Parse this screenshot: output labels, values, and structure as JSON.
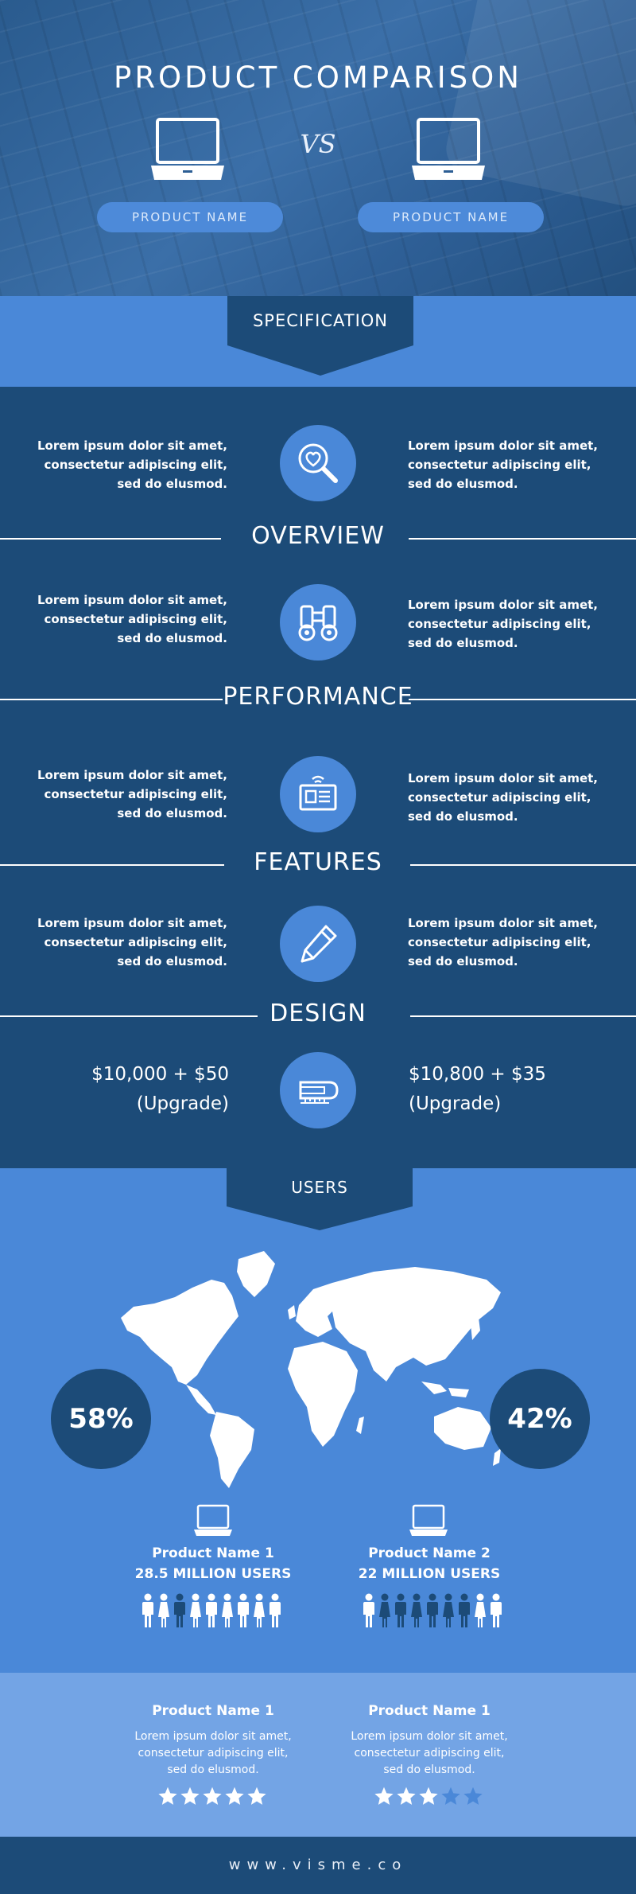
{
  "hero": {
    "title": "PRODUCT COMPARISON",
    "vs": "VS",
    "product_left": "PRODUCT NAME",
    "product_right": "PRODUCT NAME"
  },
  "specification": {
    "title": "SPECIFICATION",
    "sections": [
      {
        "left": "Lorem ipsum dolor sit amet, consectetur adipiscing elit, sed do elusmod.",
        "icon": "magnifier-heart-icon",
        "right": "Lorem ipsum dolor sit amet, consectetur adipiscing elit, sed do elusmod.",
        "label": "OVERVIEW"
      },
      {
        "left": "Lorem ipsum dolor sit amet, consectetur adipiscing elit, sed do elusmod.",
        "icon": "binoculars-icon",
        "right": "Lorem ipsum dolor sit amet, consectetur adipiscing elit, sed do elusmod.",
        "label": "PERFORMANCE"
      },
      {
        "left": "Lorem ipsum dolor sit amet, consectetur adipiscing elit, sed do elusmod.",
        "icon": "wireless-screen-icon",
        "right": "Lorem ipsum dolor sit amet, consectetur adipiscing elit, sed do elusmod.",
        "label": "FEATURES"
      },
      {
        "left": "Lorem ipsum dolor sit amet, consectetur adipiscing elit, sed do elusmod.",
        "icon": "pencil-icon",
        "right": "Lorem ipsum dolor sit amet, consectetur adipiscing elit, sed do elusmod.",
        "label": "DESIGN"
      }
    ],
    "price": {
      "left_line1": "$10,000 + $50",
      "left_line2": "(Upgrade)",
      "icon": "tape-measure-icon",
      "right_line1": "$10,800 + $35",
      "right_line2": "(Upgrade)"
    }
  },
  "users": {
    "title": "USERS",
    "left": {
      "percent": "58%",
      "name": "Product Name 1",
      "count": "28.5 MILLION USERS",
      "people_highlight": 3,
      "people_total": 9
    },
    "right": {
      "percent": "42%",
      "name": "Product Name 2",
      "count": "22 MILLION USERS",
      "people_highlight": 6,
      "people_total": 9
    }
  },
  "reviews": {
    "left": {
      "name": "Product Name 1",
      "text_line1": "Lorem ipsum dolor sit amet,",
      "text_line2": "consectetur adipiscing elit,",
      "text_line3": "sed do elusmod.",
      "rating": 5,
      "max": 5
    },
    "right": {
      "name": "Product Name 1",
      "text_line1": "Lorem ipsum dolor sit amet,",
      "text_line2": "consectetur adipiscing elit,",
      "text_line3": "sed do elusmod.",
      "rating": 3,
      "max": 5
    }
  },
  "footer": {
    "url": "www.visme.co"
  },
  "colors": {
    "dark": "#1c4b78",
    "accent": "#4a88d8",
    "light": "#73a4e5"
  }
}
